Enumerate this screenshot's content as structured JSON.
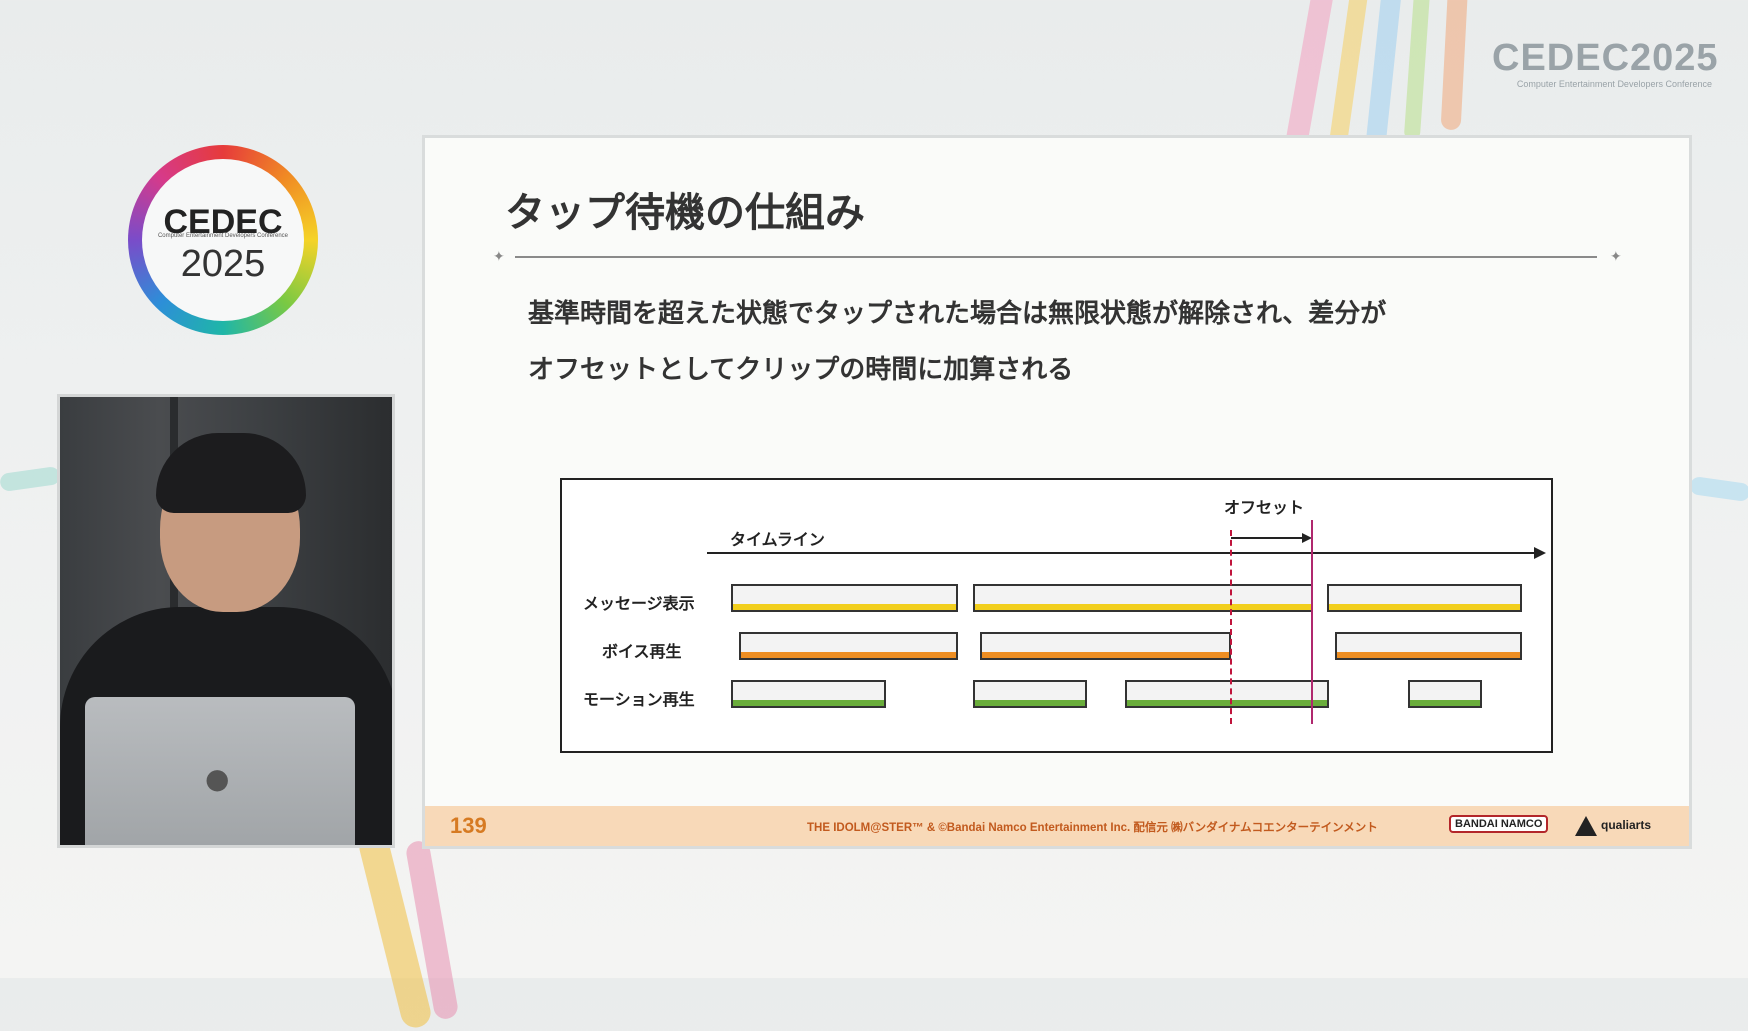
{
  "brand": {
    "top_right_title": "CEDEC2025",
    "top_right_subtitle": "Computer Entertainment Developers Conference",
    "logo_word": "CEDEC",
    "logo_sub": "Computer Entertainment Developers Conference",
    "logo_year": "2025"
  },
  "slide": {
    "title": "タップ待機の仕組み",
    "body_line1": "基準時間を超えた状態でタップされた場合は無限状態が解除され、差分が",
    "body_line2": "オフセットとしてクリップの時間に加算される",
    "page_number": "139",
    "copyright": "THE IDOLM@STER™ & ©Bandai Namco Entertainment Inc.  配信元 ㈱バンダイナムコエンターテインメント",
    "sponsor1": "BANDAI NAMCO",
    "sponsor2": "qualiarts"
  },
  "diagram": {
    "timeline_label": "タイムライン",
    "offset_label": "オフセット",
    "rows": [
      {
        "label": "メッセージ表示",
        "color": "#f2cf1d"
      },
      {
        "label": "ボイス再生",
        "color": "#ee8e22"
      },
      {
        "label": "モーション再生",
        "color": "#6aad3b"
      }
    ],
    "colors": {
      "dashed_line": "#c0143c",
      "solid_line": "#b0286e"
    }
  }
}
